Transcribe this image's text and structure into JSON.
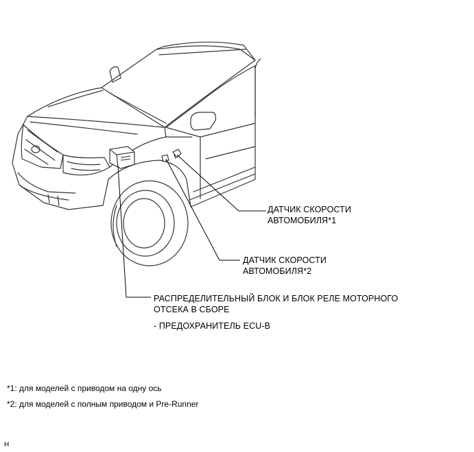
{
  "callouts": {
    "sensor1": {
      "line1": "ДАТЧИК СКОРОСТИ",
      "line2": "АВТОМОБИЛЯ*1"
    },
    "sensor2": {
      "line1": "ДАТЧИК СКОРОСТИ",
      "line2": "АВТОМОБИЛЯ*2"
    },
    "junction_block": {
      "line1": "РАСПРЕДЕЛИТЕЛЬНЫЙ БЛОК И БЛОК РЕЛЕ МОТОРНОГО",
      "line2": "ОТСЕКА В СБОРЕ",
      "sub": "- ПРЕДОХРАНИТЕЛЬ ECU-B"
    }
  },
  "footnotes": {
    "note1": "*1: для моделей с приводом на одну ось",
    "note2": "*2: для моделей с полным приводом и Pre-Runner"
  },
  "corner_mark": "H"
}
